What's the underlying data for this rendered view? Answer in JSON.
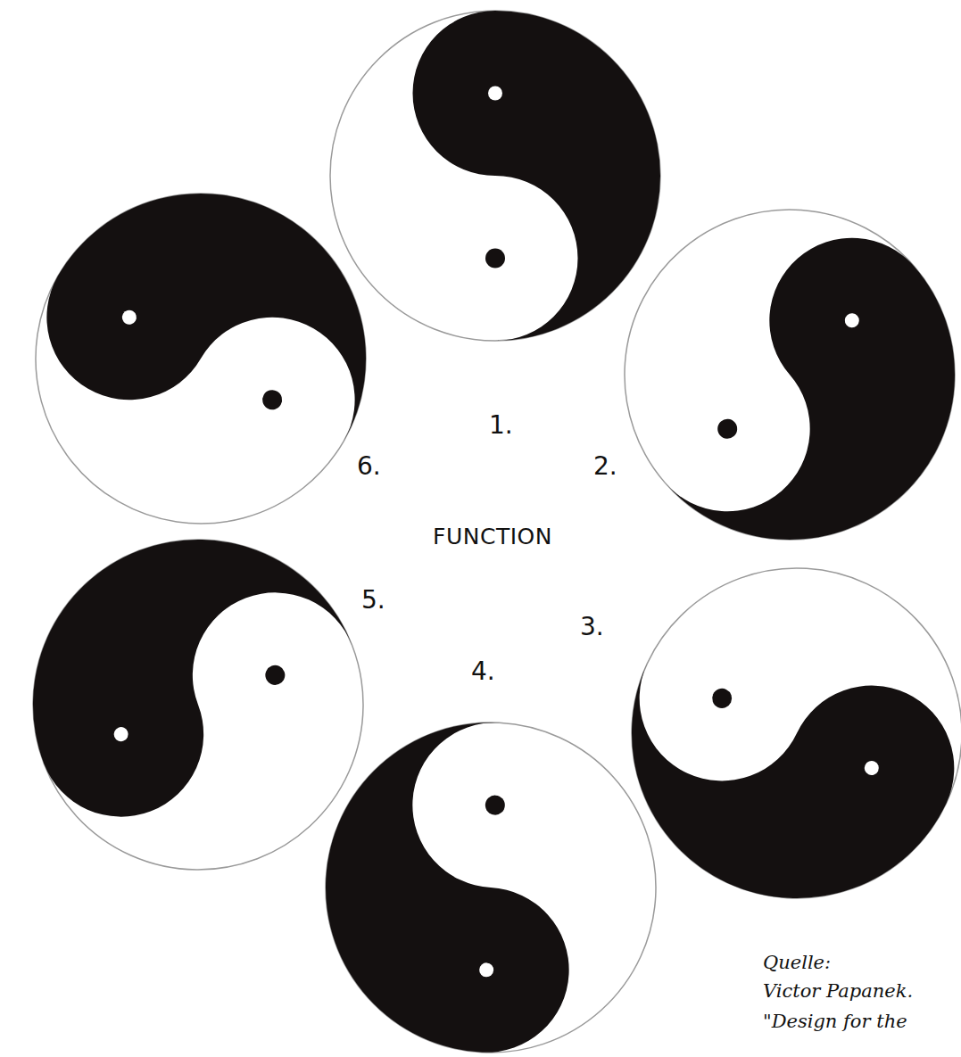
{
  "diagram": {
    "labels": [
      "1.",
      "2.",
      "3.",
      "4.",
      "5.",
      "6.",
      "FUNCTION",
      "Quelle:",
      "Victor Papanek.",
      "\"Design for the"
    ]
  }
}
